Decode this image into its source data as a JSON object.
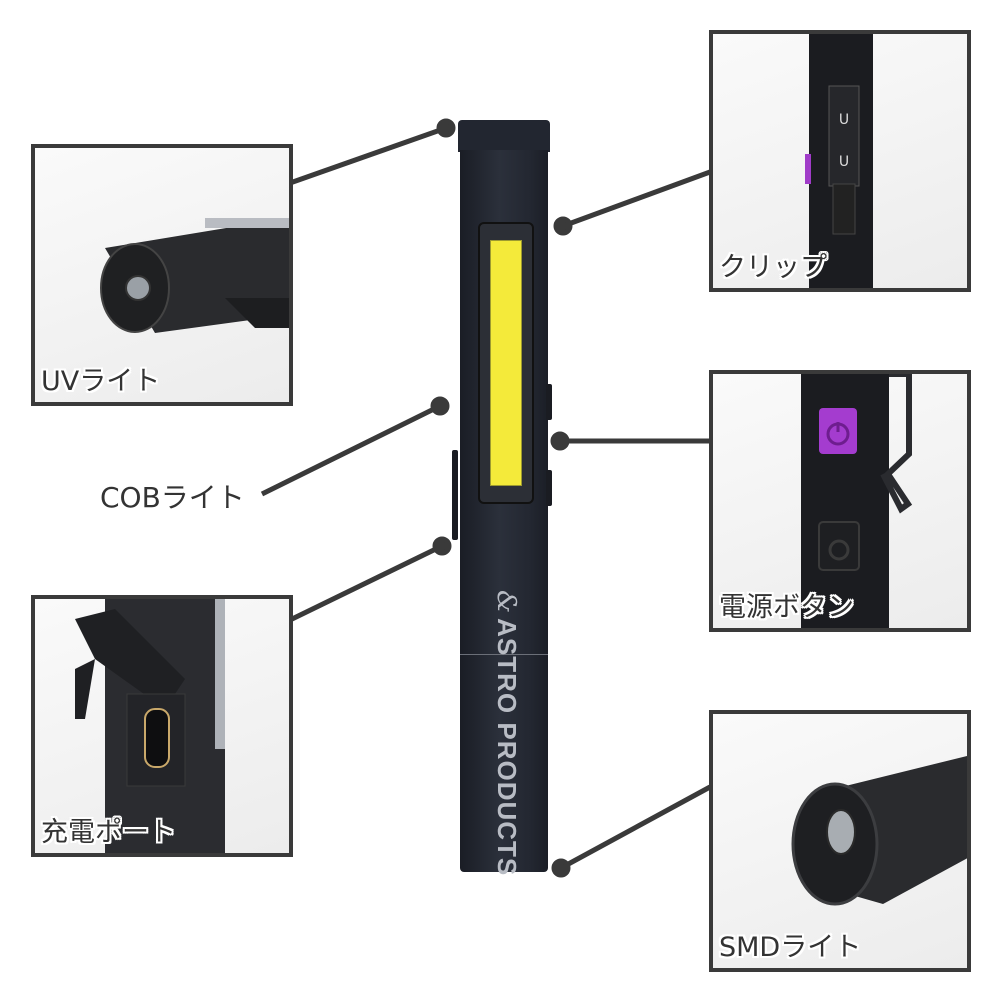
{
  "product": {
    "brand_text": "ASTRO PRODUCTS",
    "brand_mark": "&",
    "body_color": "#262a33",
    "cob_color": "#f4ea3a",
    "accent_button_color": "#a43ccf"
  },
  "callouts": {
    "uv_light": {
      "label": "UVライト"
    },
    "clip": {
      "label": "クリップ"
    },
    "cob_light": {
      "label": "COBライト"
    },
    "power_button": {
      "label": "電源ボタン"
    },
    "charge_port": {
      "label": "充電ポート"
    },
    "smd_light": {
      "label": "SMDライト"
    }
  }
}
